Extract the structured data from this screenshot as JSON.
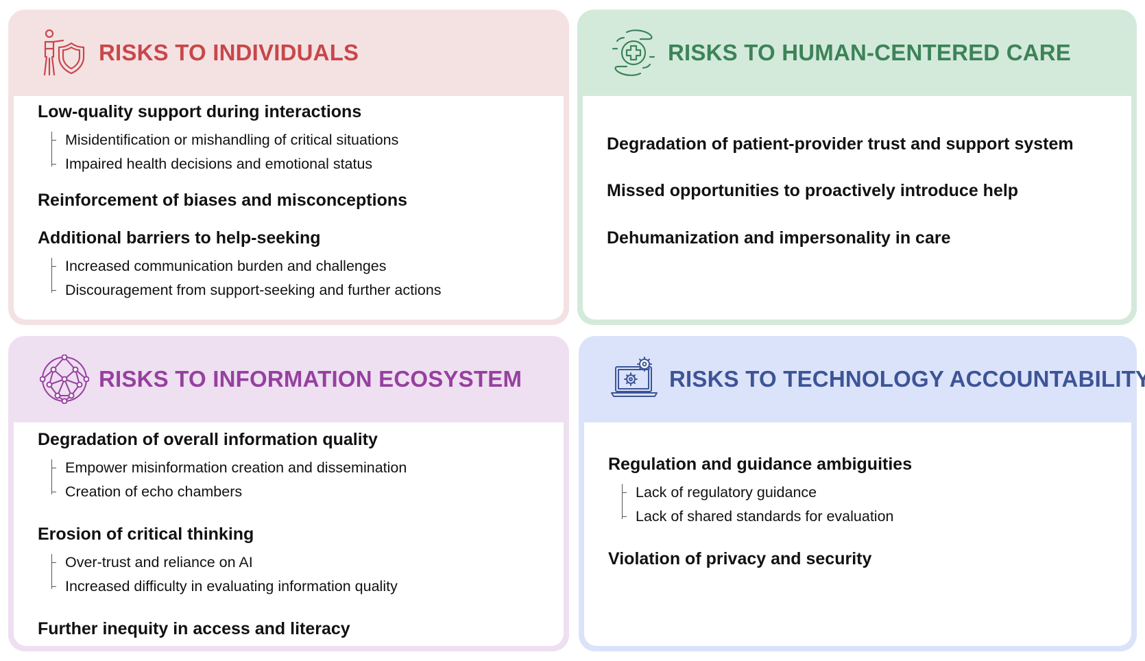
{
  "cards": [
    {
      "title": "RISKS TO INDIVIDUALS",
      "icon": "person-shield-icon",
      "color": "#c8474a",
      "header_bg": "#f4e2e3",
      "groups": [
        {
          "heading": "Low-quality support during interactions",
          "items": [
            "Misidentification or mishandling of critical situations",
            "Impaired health decisions and emotional status"
          ]
        },
        {
          "heading": "Reinforcement of biases and misconceptions",
          "items": []
        },
        {
          "heading": "Additional barriers to help-seeking",
          "items": [
            "Increased communication burden and challenges",
            "Discouragement from support-seeking and further actions"
          ]
        }
      ]
    },
    {
      "title": "RISKS TO HUMAN-CENTERED CARE",
      "icon": "hands-medical-cross-icon",
      "color": "#3d8358",
      "header_bg": "#d3eadb",
      "groups": [
        {
          "heading": "Degradation of patient-provider trust and support system",
          "items": []
        },
        {
          "heading": "Missed opportunities to proactively introduce help",
          "items": []
        },
        {
          "heading": "Dehumanization and impersonality in care",
          "items": []
        }
      ]
    },
    {
      "title": "RISKS TO INFORMATION ECOSYSTEM",
      "icon": "network-sphere-icon",
      "color": "#96409f",
      "header_bg": "#eedff1",
      "groups": [
        {
          "heading": "Degradation of overall information quality",
          "items": [
            "Empower misinformation creation and dissemination",
            "Creation of echo chambers"
          ]
        },
        {
          "heading": "Erosion of critical thinking",
          "items": [
            "Over-trust and reliance on AI",
            "Increased difficulty in evaluating information quality"
          ]
        },
        {
          "heading": "Further inequity in access and literacy",
          "items": []
        }
      ]
    },
    {
      "title": "RISKS TO TECHNOLOGY ACCOUNTABILITY",
      "icon": "laptop-gears-icon",
      "color": "#3d5496",
      "header_bg": "#dbe3fa",
      "groups": [
        {
          "heading": "Regulation and guidance ambiguities",
          "items": [
            "Lack of regulatory guidance",
            "Lack of shared standards for evaluation"
          ]
        },
        {
          "heading": "Violation of privacy and security",
          "items": []
        }
      ]
    }
  ]
}
